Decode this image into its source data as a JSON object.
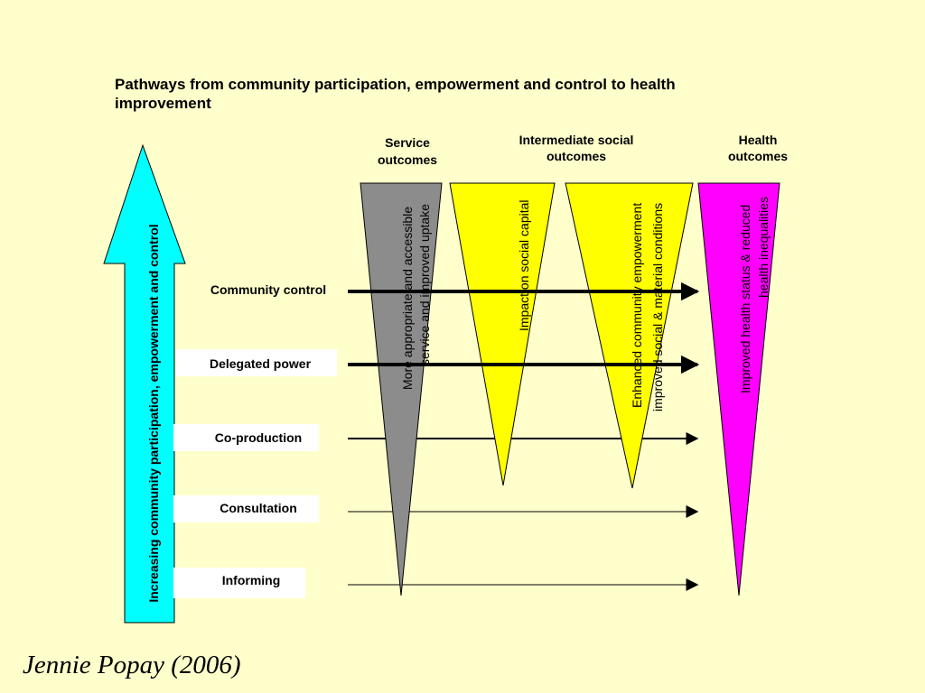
{
  "title_line1": "Pathways from community participation, empowerment and control to health",
  "title_line2": "improvement",
  "headers": {
    "service": [
      "Service",
      "outcomes"
    ],
    "intermediate": [
      "Intermediate social",
      "outcomes"
    ],
    "health": [
      "Health",
      "outcomes"
    ]
  },
  "arrow_label": "Increasing community participation, empowerment and control",
  "levels": [
    "Community control",
    "Delegated power",
    "Co-production",
    "Consultation",
    "Informing"
  ],
  "triangles": {
    "service": [
      "More appropriate and accessible",
      "service and improved uptake"
    ],
    "social_capital": [
      "Impact on social capital"
    ],
    "empowerment": [
      "Enhanced community empowerment",
      "improved social & material conditions"
    ],
    "health": [
      "Improved health status & reduced",
      "health inequalities"
    ]
  },
  "citation": "Jennie Popay (2006)",
  "colors": {
    "background": "#ffffcc",
    "up_arrow": "#00ffff",
    "service_triangle": "#8c8c8c",
    "social_triangle": "#ffff00",
    "health_triangle": "#ff00ff",
    "label_box": "#ffffff"
  }
}
